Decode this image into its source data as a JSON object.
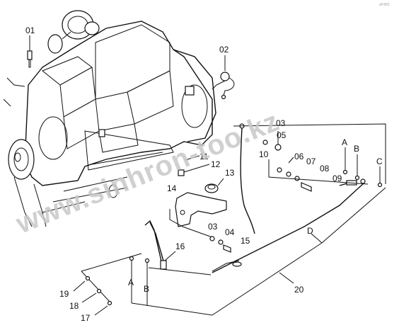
{
  "diagram": {
    "corner_mark": "sP.001",
    "watermark": "www.sinhron-too.kz",
    "callouts": {
      "c01": "01",
      "c02": "02",
      "c03a": "03",
      "c05": "05",
      "c10": "10",
      "c06": "06",
      "c07": "07",
      "c08": "08",
      "c09": "09",
      "c11": "11",
      "c12": "12",
      "c13": "13",
      "c14": "14",
      "c03b": "03",
      "c04": "04",
      "c15": "15",
      "c16": "16",
      "c19": "19",
      "c18": "18",
      "c17": "17",
      "c20": "20"
    },
    "letters": {
      "A_top": "A",
      "B_top": "B",
      "C_top": "C",
      "D": "D",
      "A_bottom": "A",
      "B_bottom": "B"
    }
  }
}
